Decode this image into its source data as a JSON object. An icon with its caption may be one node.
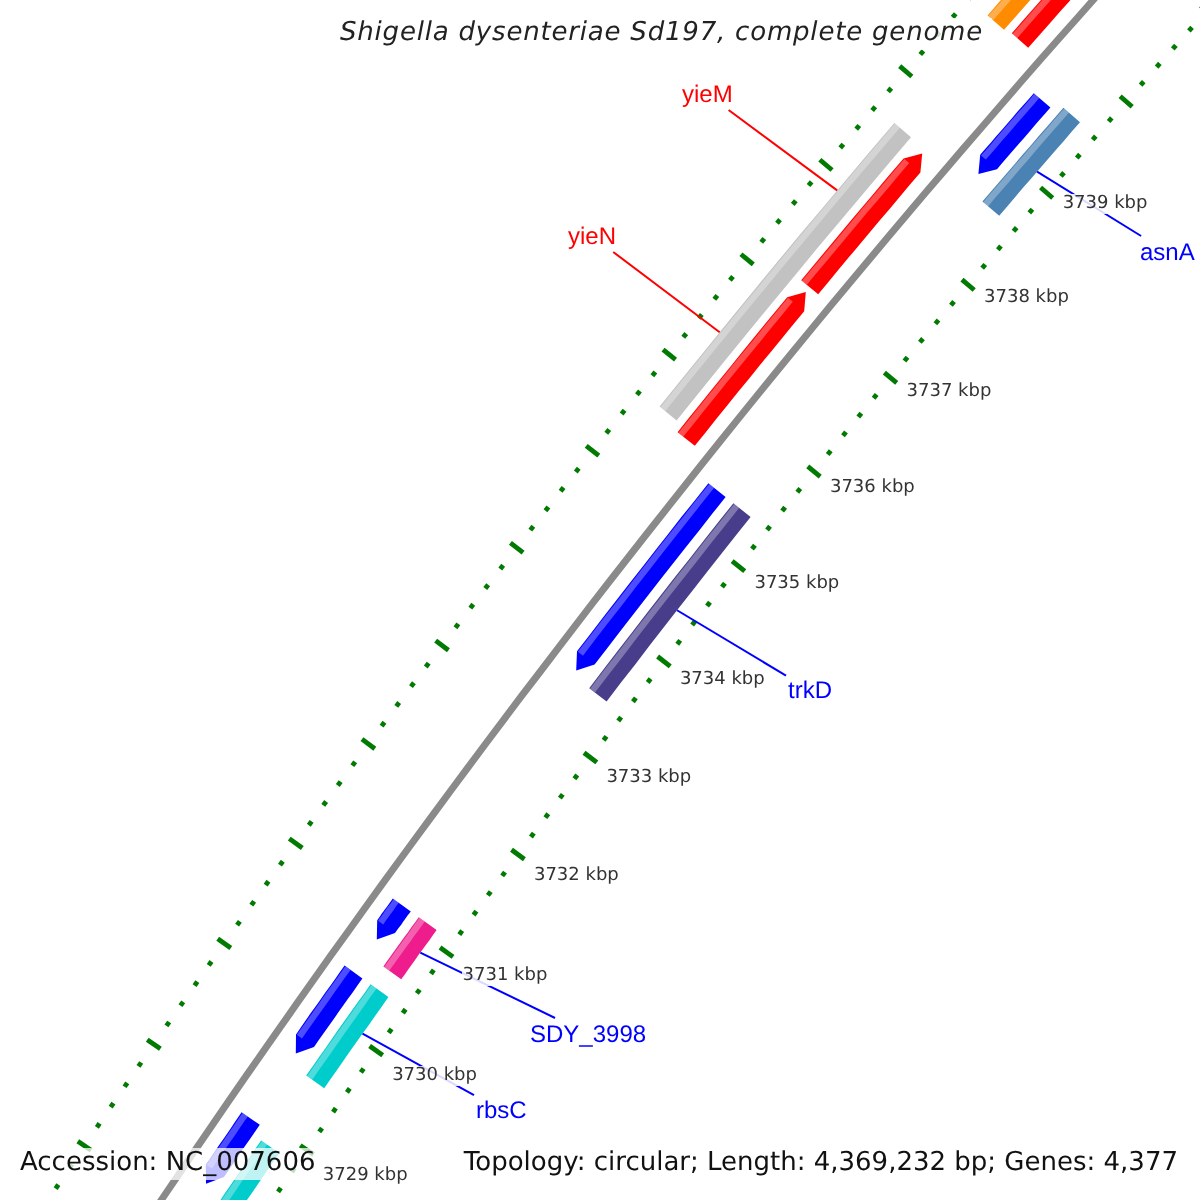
{
  "diagram": {
    "title": "Shigella dysenteriae Sd197, complete genome",
    "nodes": [
      {
        "text": [
          "yieM"
        ]
      },
      {
        "text": [
          "yieN"
        ]
      },
      {
        "text": [],
        "shape": "bar"
      },
      {
        "text": [],
        "shape": "bar"
      },
      {
        "text": [
          "asnA"
        ]
      },
      {
        "text": [],
        "shape": "bar"
      },
      {
        "text": [
          "trkD"
        ]
      },
      {
        "text": [],
        "shape": "bar"
      },
      {
        "text": [],
        "shape": "bar"
      },
      {
        "text": [
          "SDY_3998"
        ]
      },
      {
        "text": [
          "rbsC"
        ]
      }
    ],
    "edges": [
      {
        "from": 0,
        "to": 2,
        "arrow": "none",
        "color": "#ff0000"
      },
      {
        "from": 1,
        "to": 2,
        "arrow": "none",
        "color": "#ff0000"
      },
      {
        "from": 4,
        "to": 3,
        "arrow": "none"
      },
      {
        "from": 6,
        "to": 5,
        "arrow": "none"
      },
      {
        "from": 9,
        "to": 7,
        "arrow": "none"
      },
      {
        "from": 10,
        "to": 8,
        "arrow": "none"
      }
    ],
    "labels": [
      "3739 kbp",
      "3738 kbp",
      "3737 kbp",
      "3736 kbp",
      "3735 kbp",
      "3734 kbp",
      "3733 kbp",
      "3732 kbp",
      "3731 kbp",
      "3730 kbp",
      "3729 kbp",
      "Accession: NC_007606",
      "Topology: circular; Length: 4,369,232 bp; Genes: 4,377"
    ]
  }
}
